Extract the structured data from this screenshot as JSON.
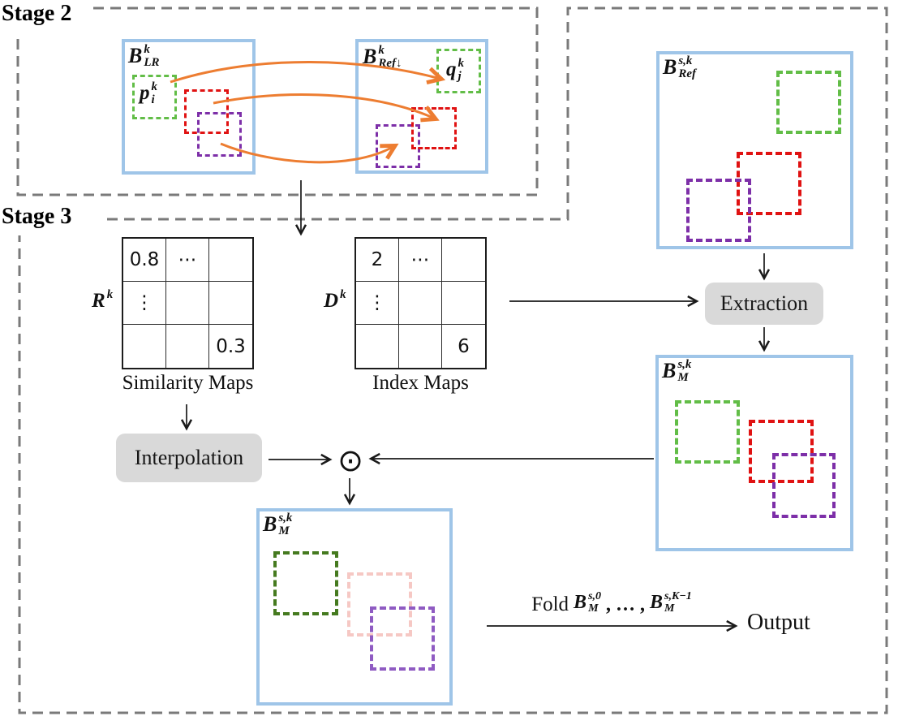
{
  "stages": {
    "stage2": "Stage 2",
    "stage3": "Stage 3"
  },
  "labels": {
    "b_lr": {
      "base": "B",
      "sup": "k",
      "sub": "LR"
    },
    "b_refdown": {
      "base": "B",
      "sup": "k",
      "sub": "Ref↓"
    },
    "b_ref_sk": {
      "base": "B",
      "sup": "s,k",
      "sub": "Ref"
    },
    "b_m_right": {
      "base": "B",
      "sup": "s,k",
      "sub": "M"
    },
    "b_m_bottom": {
      "base": "B",
      "sup": "s,k",
      "sub": "M"
    },
    "p_patch": {
      "base": "p",
      "sup": "k",
      "sub": "i"
    },
    "q_patch": {
      "base": "q",
      "sup": "k",
      "sub": "j"
    },
    "r_map": {
      "base": "R",
      "sup": "k",
      "sub": ""
    },
    "d_map": {
      "base": "D",
      "sup": "k",
      "sub": ""
    }
  },
  "maps": {
    "similarity": {
      "caption": "Similarity Maps",
      "cells": [
        [
          "0.8",
          "⋯",
          ""
        ],
        [
          "⋮",
          "",
          ""
        ],
        [
          "",
          "",
          "0.3"
        ]
      ]
    },
    "index": {
      "caption": "Index Maps",
      "cells": [
        [
          "2",
          "⋯",
          ""
        ],
        [
          "⋮",
          "",
          ""
        ],
        [
          "",
          "",
          "6"
        ]
      ]
    }
  },
  "ops": {
    "extraction": "Extraction",
    "interpolation": "Interpolation",
    "odot": "⊙"
  },
  "fold": {
    "prefix": "Fold",
    "b1": {
      "base": "B",
      "sup": "s,0",
      "sub": "M"
    },
    "sep": ", … ,",
    "b2": {
      "base": "B",
      "sup": "s,K−1",
      "sub": "M"
    },
    "output": "Output"
  },
  "colors": {
    "c-blue": "#9FC5E8",
    "c-green": "#62BD47",
    "c-red": "#E01212",
    "c-purple": "#7D2FA8",
    "c-orange": "#ED7D31",
    "c-dkgreen": "#457A1F",
    "c-pink": "#F6C8C4",
    "c-mpurple": "#8F5BC2",
    "c-pill": "#D9D9D9",
    "c-line": "#1A1A1A",
    "c-stage": "#7A7A7A"
  }
}
